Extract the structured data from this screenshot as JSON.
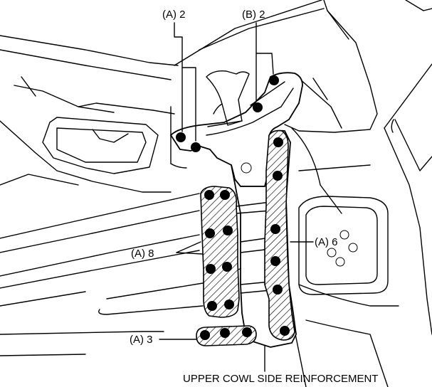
{
  "diagram": {
    "part_name": "UPPER COWL SIDE REINFORCEMENT",
    "callouts": [
      {
        "id": "a2",
        "label": "(A) 2"
      },
      {
        "id": "b2",
        "label": "(B) 2"
      },
      {
        "id": "a6",
        "label": "(A) 6"
      },
      {
        "id": "a8",
        "label": "(A) 8"
      },
      {
        "id": "a3",
        "label": "(A) 3"
      }
    ]
  }
}
